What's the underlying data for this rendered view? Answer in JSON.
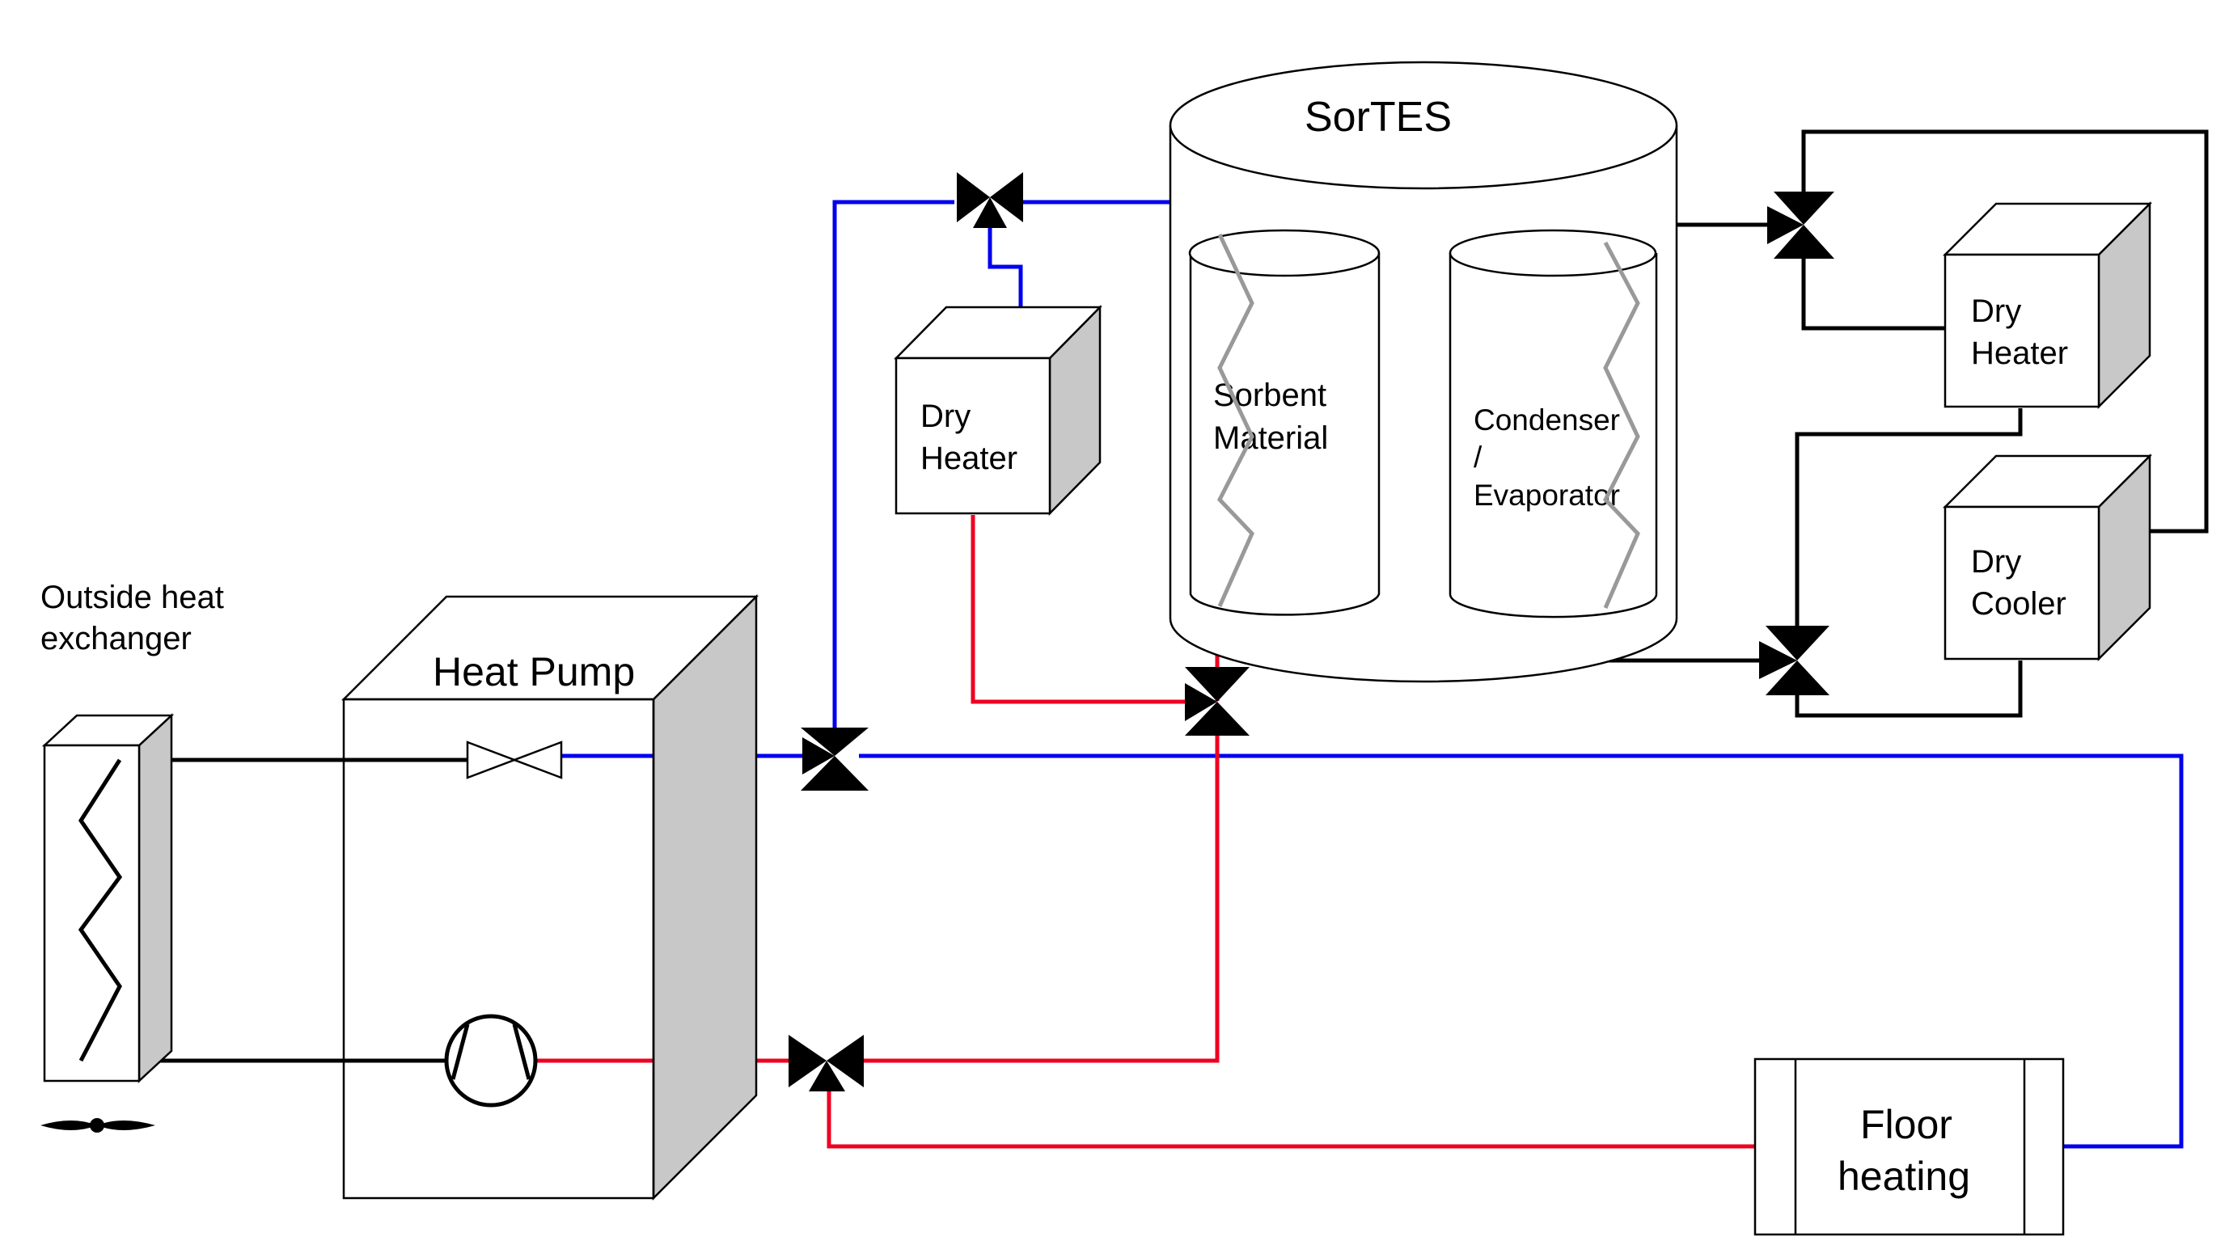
{
  "labels": {
    "outside_hx_line1": "Outside heat",
    "outside_hx_line2": "exchanger",
    "heat_pump": "Heat Pump",
    "sortes": "SorTES",
    "sorbent_line1": "Sorbent",
    "sorbent_line2": "Material",
    "condenser_line1": "Condenser",
    "condenser_line2": "/",
    "condenser_line3": "Evaporator",
    "dry_heater_1_line1": "Dry",
    "dry_heater_1_line2": "Heater",
    "dry_heater_2_line1": "Dry",
    "dry_heater_2_line2": "Heater",
    "dry_cooler_line1": "Dry",
    "dry_cooler_line2": "Cooler",
    "floor_heating_line1": "Floor",
    "floor_heating_line2": "heating"
  },
  "colors": {
    "cold_line": "#0000ee",
    "hot_line": "#ee0022",
    "coil_gray": "#999999",
    "box_side": "#c8c8c8"
  }
}
